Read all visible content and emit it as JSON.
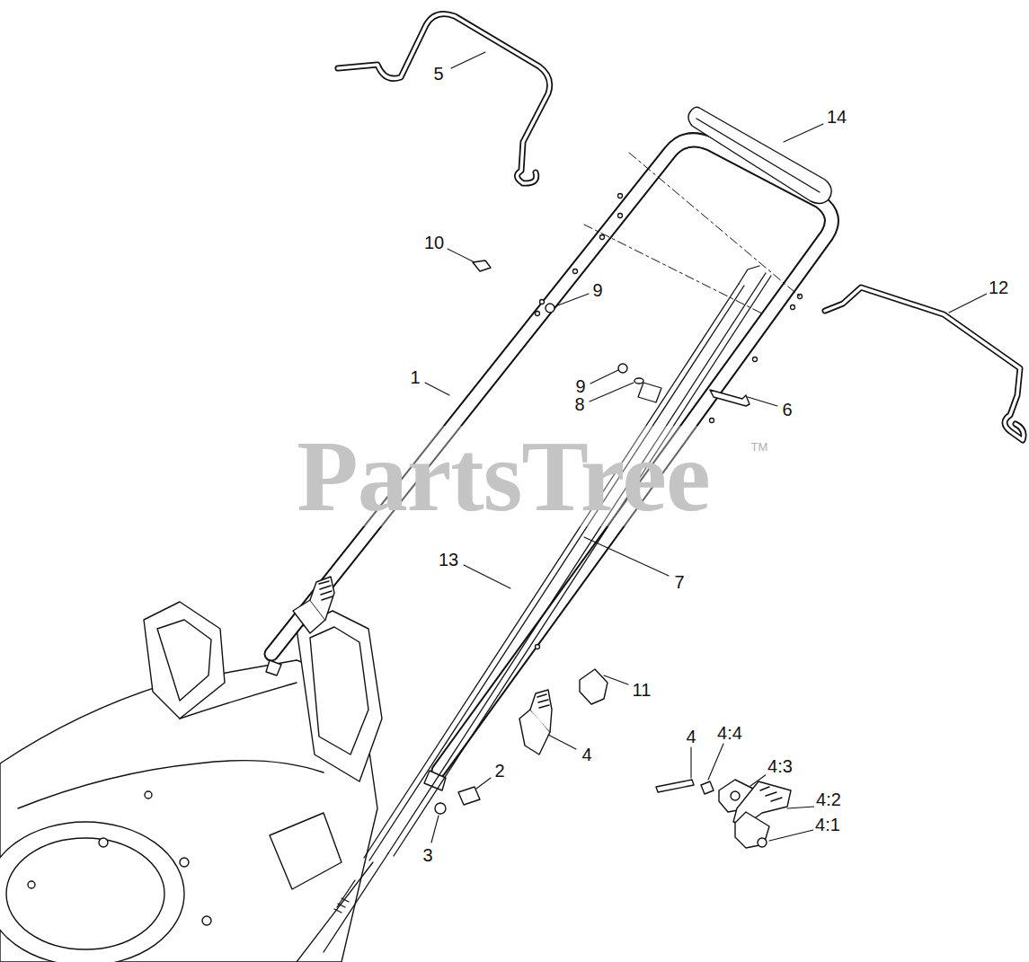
{
  "diagram": {
    "labels": [
      "5",
      "14",
      "10",
      "9",
      "12",
      "1",
      "9",
      "8",
      "6",
      "13",
      "7",
      "11",
      "4",
      "4",
      "4:4",
      "4:3",
      "4:2",
      "2",
      "3",
      "4:1",
      "PartsTree",
      "TM"
    ]
  }
}
